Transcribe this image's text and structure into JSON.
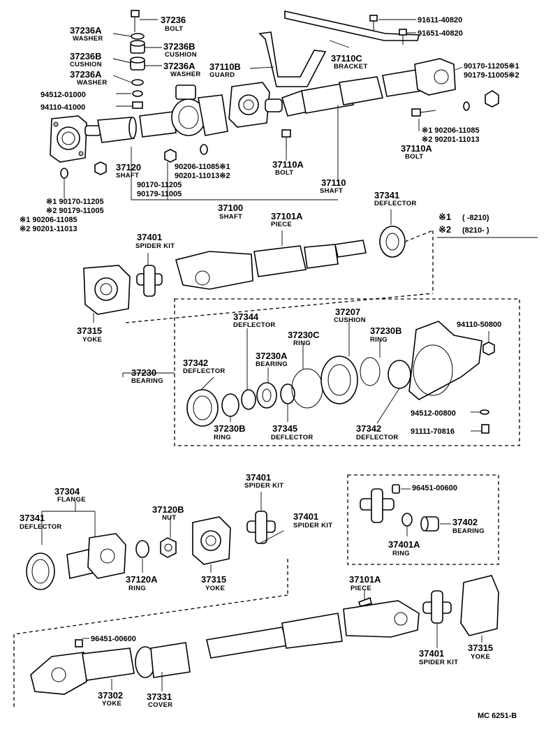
{
  "legend": {
    "note1_mark": "※1",
    "note1_range": "( -8210)",
    "note2_mark": "※2",
    "note2_range": "(8210- )"
  },
  "drawing_code": "MC 6251-B",
  "labels": {
    "p37236": {
      "num": "37236",
      "name": "BOLT"
    },
    "p37236A_1": {
      "num": "37236A",
      "name": "WASHER"
    },
    "p37236B_1": {
      "num": "37236B",
      "name": "CUSHION"
    },
    "p37236B_2": {
      "num": "37236B",
      "name": "CUSHION"
    },
    "p37236A_2": {
      "num": "37236A",
      "name": "WASHER"
    },
    "p37236A_3": {
      "num": "37236A",
      "name": "WASHER"
    },
    "p94512_01000": {
      "num": "94512-01000"
    },
    "p94110_41000": {
      "num": "94110-41000"
    },
    "p91611": {
      "num": "91611-40820"
    },
    "p91651": {
      "num": "91651-40820"
    },
    "p37110C": {
      "num": "37110C",
      "name": "BRACKET"
    },
    "p37110B": {
      "num": "37110B",
      "name": "GUARD"
    },
    "p90170_top": {
      "num": "90170-11205※1"
    },
    "p90179_top": {
      "num": "90179-11005※2"
    },
    "p90206_right": {
      "num": "※1 90206-11085"
    },
    "p90201_right": {
      "num": "※2 90201-11013"
    },
    "p37110A": {
      "num": "37110A",
      "name": "BOLT"
    },
    "p37110A_mid": {
      "num": "37110A",
      "name": "BOLT"
    },
    "p37120": {
      "num": "37120",
      "name": "SHAFT"
    },
    "p90206_mid": {
      "num": "90206-11085※1"
    },
    "p90201_mid": {
      "num": "90201-11013※2"
    },
    "p90170_mid": {
      "num": "90170-11205"
    },
    "p90179_mid": {
      "num": "90179-11005"
    },
    "p37110": {
      "num": "37110",
      "name": "SHAFT"
    },
    "p37100": {
      "num": "37100",
      "name": "SHAFT"
    },
    "p90170_left": {
      "num": "※1 90170-11205"
    },
    "p90179_left": {
      "num": "※2 90179-11005"
    },
    "p90206_left": {
      "num": "※1 90206-11085"
    },
    "p90201_left": {
      "num": "※2 90201-11013"
    },
    "p37341_top": {
      "num": "37341",
      "name": "DEFLECTOR"
    },
    "p37101A_top": {
      "num": "37101A",
      "name": "PIECE"
    },
    "p37401_a": {
      "num": "37401",
      "name": "SPIDER KIT"
    },
    "p37315_a": {
      "num": "37315",
      "name": "YOKE"
    },
    "p37344": {
      "num": "37344",
      "name": "DEFLECTOR"
    },
    "p37207": {
      "num": "37207",
      "name": "CUSHION"
    },
    "p37230C": {
      "num": "37230C",
      "name": "RING"
    },
    "p37230B_top": {
      "num": "37230B",
      "name": "RING"
    },
    "p94110_50800": {
      "num": "94110-50800"
    },
    "p37230A": {
      "num": "37230A",
      "name": "BEARING"
    },
    "p37342_a": {
      "num": "37342",
      "name": "DEFLECTOR"
    },
    "p37230": {
      "num": "37230",
      "name": "BEARING"
    },
    "p94512_00800": {
      "num": "94512-00800"
    },
    "p91111_70816": {
      "num": "91111-70816"
    },
    "p37230B_bot": {
      "num": "37230B",
      "name": "RING"
    },
    "p37345": {
      "num": "37345",
      "name": "DEFLECTOR"
    },
    "p37342_b": {
      "num": "37342",
      "name": "DEFLECTOR"
    },
    "p37304": {
      "num": "37304",
      "name": "FLANGE"
    },
    "p37341_low": {
      "num": "37341",
      "name": "DEFLECTOR"
    },
    "p37120B": {
      "num": "37120B",
      "name": "NUT"
    },
    "p37401_b": {
      "num": "37401",
      "name": "SPIDER KIT"
    },
    "p37401_c": {
      "num": "37401",
      "name": "SPIDER KIT"
    },
    "p96451_box": {
      "num": "96451-00600"
    },
    "p37402": {
      "num": "37402",
      "name": "BEARING"
    },
    "p37401A": {
      "num": "37401A",
      "name": "RING"
    },
    "p37120A": {
      "num": "37120A",
      "name": "RING"
    },
    "p37315_b": {
      "num": "37315",
      "name": "YOKE"
    },
    "p37101A_low": {
      "num": "37101A",
      "name": "PIECE"
    },
    "p96451_low": {
      "num": "96451-00600"
    },
    "p37302": {
      "num": "37302",
      "name": "YOKE"
    },
    "p37331": {
      "num": "37331",
      "name": "COVER"
    },
    "p37401_d": {
      "num": "37401",
      "name": "SPIDER KIT"
    },
    "p37315_c": {
      "num": "37315",
      "name": "YOKE"
    }
  }
}
